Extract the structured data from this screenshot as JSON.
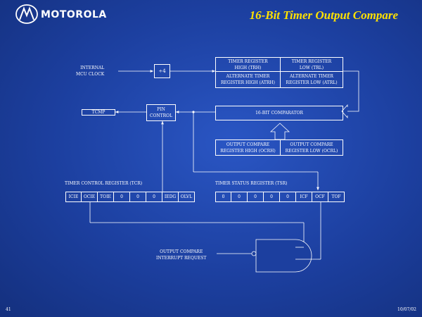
{
  "header": {
    "logo_text": "MOTOROLA",
    "title": "16-Bit Timer Output Compare"
  },
  "diagram": {
    "internal_clock": "INTERNAL\nMCU CLOCK",
    "divider": "÷4",
    "timer_high": "TIMER REGISTER\nHIGH (TRH)",
    "timer_low": "TIMER REGISTER\nLOW (TRL)",
    "alt_high": "ALTERNATE TIMER\nREGISTER HIGH (ATRH)",
    "alt_low": "ALTERNATE TIMER\nREGISTER LOW (ATRL)",
    "tcmp": "TCMP",
    "pin_control": "PIN\nCONTROL",
    "comparator": "16-BIT COMPARATOR",
    "ocr_high": "OUTPUT COMPARE\nREGISTER HIGH (OCRH)",
    "ocr_low": "OUTPUT COMPARE\nREGISTER LOW (OCRL)",
    "tcr_label": "TIMER CONTROL REGISTER (TCR)",
    "tsr_label": "TIMER STATUS REGISTER (TSR)",
    "tcr_bits": [
      "ICIE",
      "OCIE",
      "TOIE",
      "0",
      "0",
      "0",
      "IEDG",
      "OLVL"
    ],
    "tsr_bits": [
      "0",
      "0",
      "0",
      "0",
      "0",
      "ICF",
      "OCF",
      "TOF"
    ],
    "interrupt": "OUTPUT COMPARE\nINTERRUPT REQUEST"
  },
  "footer": {
    "page": "41",
    "date": "10/07/02"
  },
  "colors": {
    "background": "#1c3f9f",
    "title": "#ffe100",
    "lines": "#ffffff"
  },
  "icons": [
    "motorola-batwing-logo-icon",
    "and-gate-icon",
    "hollow-arrow-icon"
  ]
}
